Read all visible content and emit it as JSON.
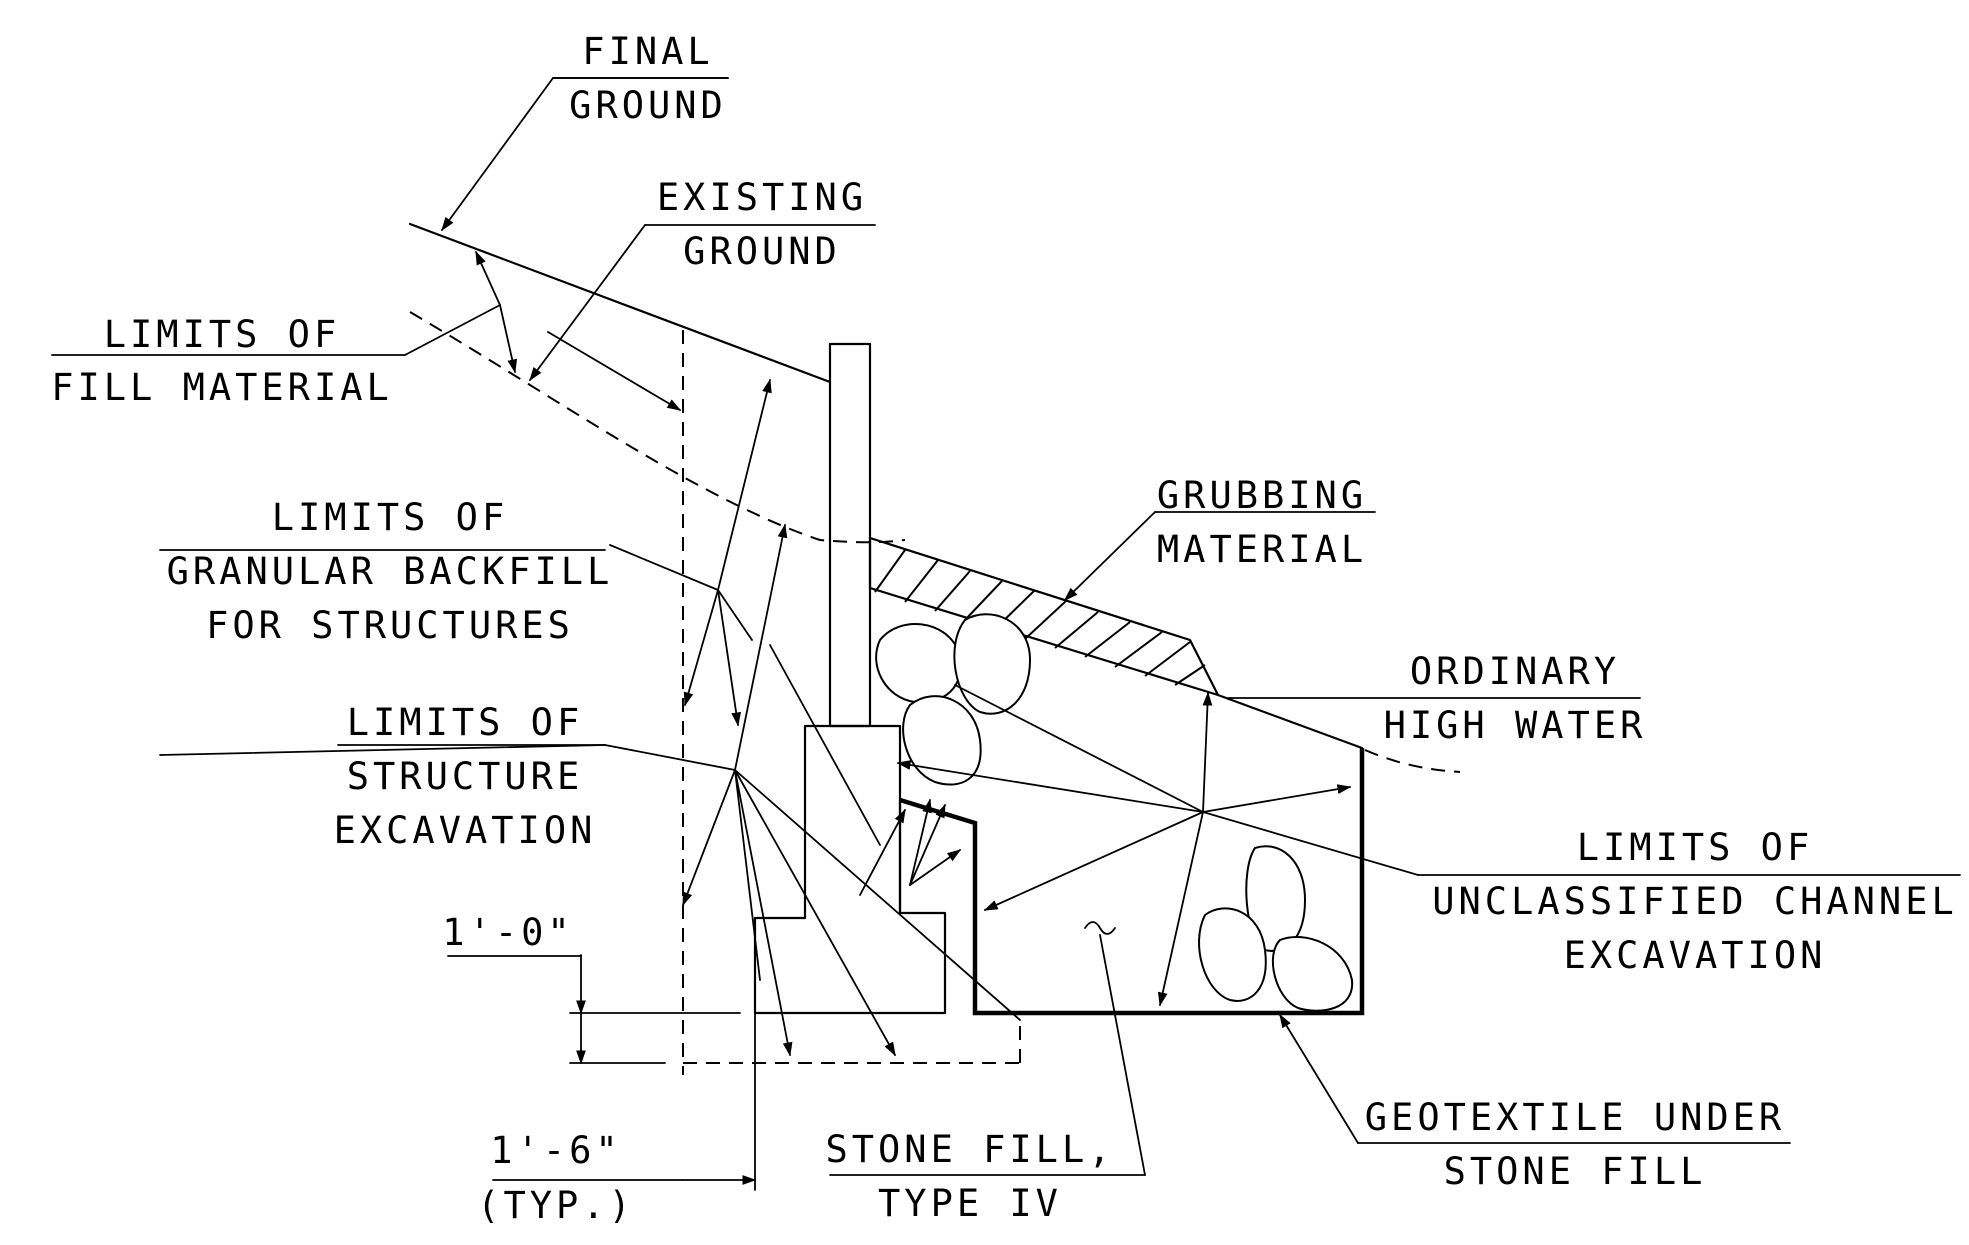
{
  "labels": {
    "final_ground": [
      "FINAL",
      "GROUND"
    ],
    "existing_ground": [
      "EXISTING",
      "GROUND"
    ],
    "limits_fill": [
      "LIMITS OF",
      "FILL MATERIAL"
    ],
    "limits_granular": [
      "LIMITS OF",
      "GRANULAR BACKFILL",
      "FOR STRUCTURES"
    ],
    "limits_structure": [
      "LIMITS OF",
      "STRUCTURE",
      "EXCAVATION"
    ],
    "grubbing": [
      "GRUBBING",
      "MATERIAL"
    ],
    "ordinary_high_water": [
      "ORDINARY",
      "HIGH WATER"
    ],
    "limits_channel": [
      "LIMITS OF",
      "UNCLASSIFIED CHANNEL",
      "EXCAVATION"
    ],
    "geotextile": [
      "GEOTEXTILE UNDER",
      "STONE FILL"
    ],
    "stone_fill": [
      "STONE FILL,",
      "TYPE IV"
    ],
    "dim_depth": "1'-0\"",
    "dim_width": [
      "1'-6\"",
      "(TYP.)"
    ]
  }
}
